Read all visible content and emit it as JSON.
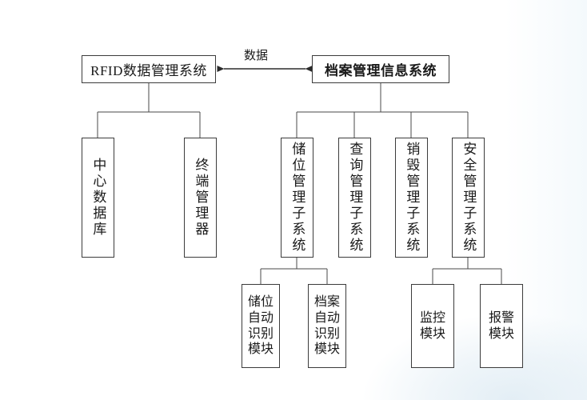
{
  "diagram": {
    "title_top_left": "RFID数据管理系统",
    "title_top_right": "档案管理信息系统",
    "link_label": "数据",
    "nodes": {
      "rfid_system": {
        "label": "RFID数据管理系统"
      },
      "archive_system": {
        "label": "档案管理信息系统"
      },
      "central_database": {
        "label": "中心数据库"
      },
      "terminal_manager": {
        "label": "终端管理器"
      },
      "storage_subsystem": {
        "label": "储位管理子系统"
      },
      "query_subsystem": {
        "label": "查询管理子系统"
      },
      "destruction_subsystem": {
        "label": "销毁管理子系统"
      },
      "security_subsystem": {
        "label": "安全管理子系统"
      },
      "storage_auto_id_module": {
        "label": "储位自动识别模块"
      },
      "archive_auto_id_module": {
        "label": "档案自动识别模块"
      },
      "monitor_module": {
        "label": "监控模块"
      },
      "alarm_module": {
        "label": "报警模块"
      }
    },
    "colors": {
      "border": "#3c3c3c",
      "text": "#1a1a1a",
      "background": "#ffffff",
      "connector": "#4a4a4a"
    }
  }
}
